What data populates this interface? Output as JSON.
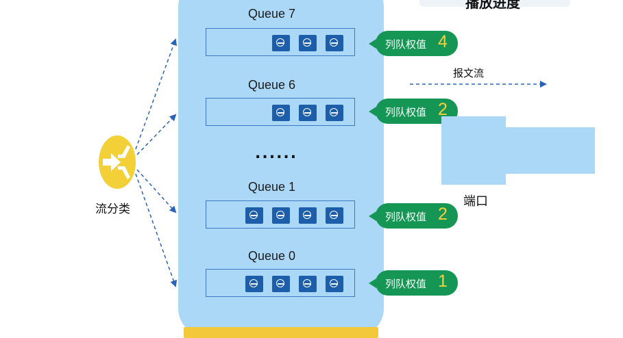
{
  "header": {
    "title_fragment": "播放进度"
  },
  "classifier": {
    "label": "流分类",
    "icon": "merge-arrow-icon"
  },
  "queues": [
    {
      "title": "Queue 7",
      "packets": 3,
      "weight_label": "列队权值",
      "weight": "4"
    },
    {
      "title": "Queue 6",
      "packets": 3,
      "weight_label": "列队权值",
      "weight": "2"
    },
    {
      "title": "Queue 1",
      "packets": 4,
      "weight_label": "列队权值",
      "weight": "2"
    },
    {
      "title": "Queue 0",
      "packets": 4,
      "weight_label": "列队权值",
      "weight": "1"
    }
  ],
  "ellipsis": "......",
  "flow": {
    "label": "报文流"
  },
  "port": {
    "label": "端口"
  },
  "colors": {
    "panel": "#aad8f6",
    "panel_bottom": "#f3c83a",
    "packet": "#1d5eaa",
    "tag": "#169655",
    "weight_number": "#f5d03a",
    "arrow": "#2a63b5",
    "classifier": "#f3cf38"
  }
}
